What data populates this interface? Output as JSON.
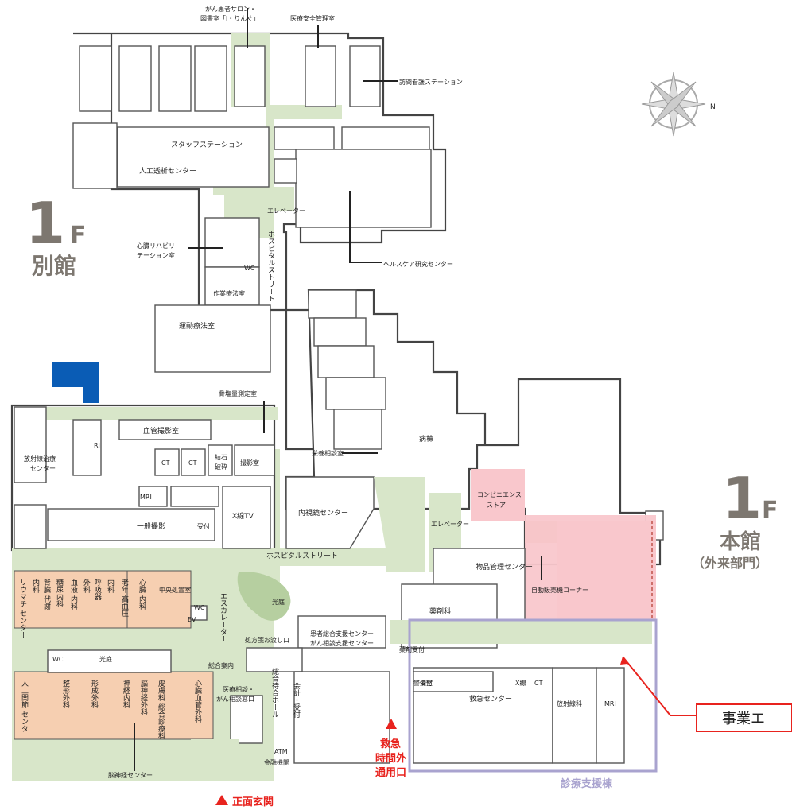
{
  "floor": {
    "number": "1",
    "suffix": "F"
  },
  "annex": {
    "name": "別館"
  },
  "main_building": {
    "name": "本館",
    "sub": "（外来部門）"
  },
  "support_building": {
    "name": "診療支援棟"
  },
  "callout": {
    "text": "事業エ"
  },
  "entrances": [
    {
      "id": "front",
      "label": "正面玄関"
    },
    {
      "id": "emergency",
      "lines": [
        "救急",
        "時間外",
        "通用口"
      ]
    }
  ],
  "rooms": {
    "salon": [
      "がん患者サロン・",
      "図書室「ⅰ・りんぐ」"
    ],
    "safety": "医療安全管理室",
    "nursing": "訪問看護ステーション",
    "staff_station": "スタッフステーション",
    "dialysis": "人工透析センター",
    "elevator": "エレベーター",
    "healthcare": "ヘルスケア研究センター",
    "cardiac": [
      "心臓リハビリ",
      "テーション室"
    ],
    "wc": "WC",
    "occupational": "作業療法室",
    "hospital_street_v": "ホスピタルストリート",
    "hospital_street_h": "ホスピタルストリート",
    "pt": "運動療法室",
    "bone": "骨塩量測定室",
    "radiation": [
      "放射線治療",
      "センター"
    ],
    "ri": "RI",
    "angio": "血管撮影室",
    "ct": "CT",
    "lithotripsy": [
      "結石",
      "破砕"
    ],
    "imaging": "撮影室",
    "mri": "MRI",
    "general_xray": "一般撮影",
    "reception": "受付",
    "xray_tv": "X線TV",
    "nutrition": "栄養相談室",
    "endoscopy": "内視鏡センター",
    "ward": "病棟",
    "convenience": [
      "コンビニエンス",
      "ストア"
    ],
    "supply": "物品管理センター",
    "vending": "自動販売機コーナー",
    "pharmacy": "薬剤科",
    "pharmacy_reception": "薬剤受付",
    "central_lab": "中央処置室",
    "escalator": "エスカレーター",
    "ev": "EV",
    "courtyard": "光庭",
    "patient_support": [
      "患者総合支援センター",
      "がん相談支援センター"
    ],
    "prescription": "処方箋お渡し口",
    "info": "総合案内",
    "consult": [
      "医療相談・",
      "がん相談窓口"
    ],
    "waiting_hall": "総合待合ホール",
    "accounting": "会計・受付",
    "atm": "ATM",
    "finance": "金融機関",
    "neuro": "脳神経センター",
    "security": "警備室",
    "er": "救急センター",
    "radiology": "放射線科",
    "xray": "X線",
    "ct2": "CT",
    "mri2": "MRI",
    "uketsuke": "受付"
  },
  "depts_top": [
    "リウマチ センター",
    "内科",
    "腎臓 代謝",
    "糖尿内科",
    "血液 内科",
    "外科",
    "呼吸器",
    "内科",
    "老年 高血圧",
    "心臓 内科"
  ],
  "depts_bottom": [
    "人工関節 センター",
    "整形外科",
    "形成外科",
    "神経内科",
    "脳神経外科",
    "皮膚科 総合診療科",
    "心臓血管外科"
  ],
  "colors": {
    "corridor": "#d8e6c9",
    "clinic": "#f6cfb1",
    "shop": "#f9c7cc",
    "accent_blue": "#0a5cb5",
    "brown": "#d6a98a",
    "support_outline": "#a9a3cf",
    "red": "#e8231e",
    "label_gray": "#7d7770"
  },
  "icons": [
    "compass-rose-icon",
    "triangle-up-icon"
  ]
}
